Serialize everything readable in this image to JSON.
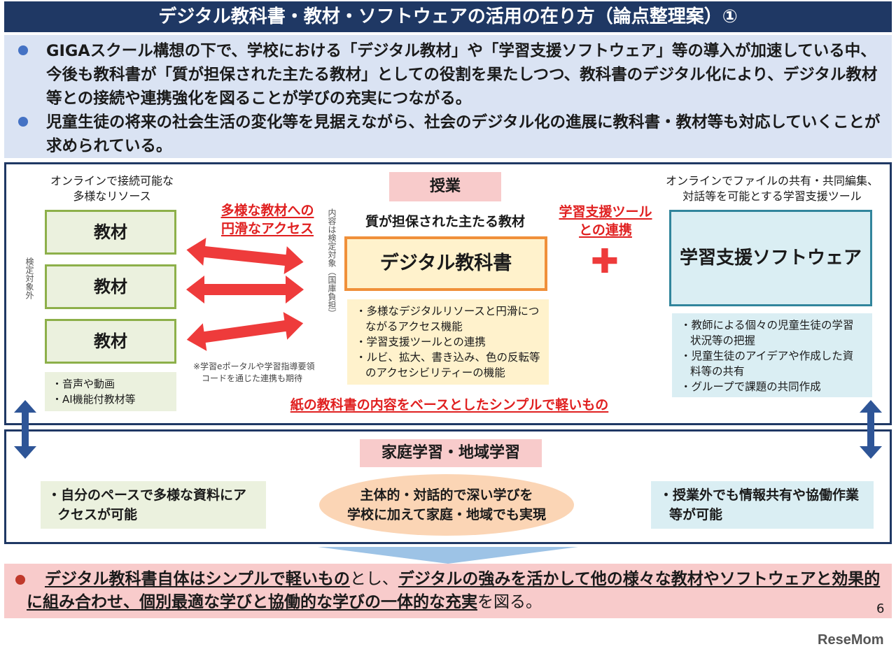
{
  "header": {
    "title": "デジタル教科書・教材・ソフトウェアの活用の在り方（論点整理案）①"
  },
  "intro": {
    "bullet1": "GIGAスクール構想の下で、学校における「デジタル教材」や「学習支援ソフトウェア」等の導入が加速している中、今後も教科書が「質が担保された主たる教材」としての役割を果たしつつ、教科書のデジタル化により、デジタル教材等との接続や連携強化を図ることが学びの充実につながる。",
    "bullet2": "児童生徒の将来の社会生活の変化等を見据えながら、社会のデジタル化の進展に教科書・教材等も対応していくことが求められている。"
  },
  "class_panel": {
    "left_heading_1": "オンラインで接続可能な",
    "left_heading_2": "多様なリソース",
    "kyozai_1": "教材",
    "kyozai_2": "教材",
    "kyozai_3": "教材",
    "left_vertical": "検定対象外",
    "left_note_1": "・音声や動画",
    "left_note_2": "・AI機能付教材等",
    "access_label_1": "多様な教材への",
    "access_label_2": "円滑なアクセス",
    "footnote_1": "※学習eポータルや学習指導要領",
    "footnote_2": "コードを通じた連携も期待",
    "center_vertical": "内容は検定対象（国庫負担）",
    "lesson_label": "授業",
    "quality_label": "質が担保された主たる教材",
    "digital_textbook": "デジタル教科書",
    "features": [
      "・多様なデジタルリソースと円滑につながるアクセス機能",
      "・学習支援ツールとの連携",
      "・ルビ、拡大、書き込み、色の反転等のアクセシビリティーの機能"
    ],
    "simple_note": "紙の教科書の内容をベースとしたシンプルで軽いもの",
    "tool_link_1": "学習支援ツール",
    "tool_link_2": "との連携",
    "plus": "✚",
    "right_heading_1": "オンラインでファイルの共有・共同編集、",
    "right_heading_2": "対話等を可能とする学習支援ツール",
    "software": "学習支援ソフトウェア",
    "right_notes": [
      "・教師による個々の児童生徒の学習状況等の把握",
      "・児童生徒のアイデアや作成した資料等の共有",
      "・グループで課題の共同作成"
    ]
  },
  "home_panel": {
    "label": "家庭学習・地域学習",
    "left_box": "・自分のペースで多様な資料にアクセスが可能",
    "center_1": "主体的・対話的で深い学びを",
    "center_2": "学校に加えて家庭・地域でも実現",
    "right_box": "・授業外でも情報共有や協働作業等が可能"
  },
  "conclusion": {
    "part1": "デジタル教科書自体はシンプルで軽いもの",
    "part2": "とし、",
    "part3": "デジタルの強みを活かして他の様々な教材やソフトウェアと効果的に組み合わせ、個別最適な学びと協働的な学びの一体的な充実",
    "part4": "を図る。"
  },
  "page_number": "6",
  "logo": "ReseMom",
  "colors": {
    "navy": "#1f3864",
    "accent_red": "#e02020",
    "green": "#8db04a",
    "orange": "#f0903a"
  }
}
